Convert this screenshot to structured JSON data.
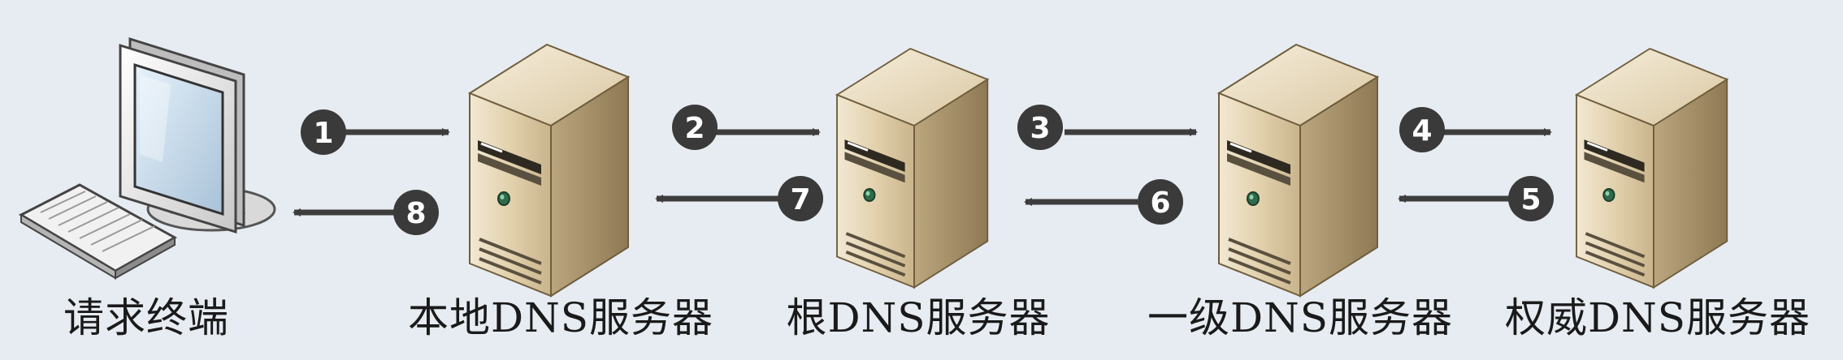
{
  "nodes": [
    {
      "id": "terminal",
      "label": "请求终端",
      "icon": "desktop-computer-icon"
    },
    {
      "id": "local-dns",
      "label": "本地DNS服务器",
      "icon": "server-icon"
    },
    {
      "id": "root-dns",
      "label": "根DNS服务器",
      "icon": "server-icon"
    },
    {
      "id": "tld-dns",
      "label": "一级DNS服务器",
      "icon": "server-icon"
    },
    {
      "id": "auth-dns",
      "label": "权威DNS服务器",
      "icon": "server-icon"
    }
  ],
  "steps": [
    {
      "number": "1",
      "from": "terminal",
      "to": "local-dns"
    },
    {
      "number": "2",
      "from": "local-dns",
      "to": "root-dns"
    },
    {
      "number": "3",
      "from": "root-dns",
      "to": "tld-dns"
    },
    {
      "number": "4",
      "from": "tld-dns",
      "to": "auth-dns"
    },
    {
      "number": "5",
      "from": "auth-dns",
      "to": "tld-dns"
    },
    {
      "number": "6",
      "from": "tld-dns",
      "to": "root-dns"
    },
    {
      "number": "7",
      "from": "root-dns",
      "to": "local-dns"
    },
    {
      "number": "8",
      "from": "local-dns",
      "to": "terminal"
    }
  ],
  "colors": {
    "background": "#e7ecf2",
    "server_front": "#e3d3b0",
    "server_side": "#a48e66",
    "badge": "#3a3a3a",
    "arrow": "#3d3d3d"
  }
}
